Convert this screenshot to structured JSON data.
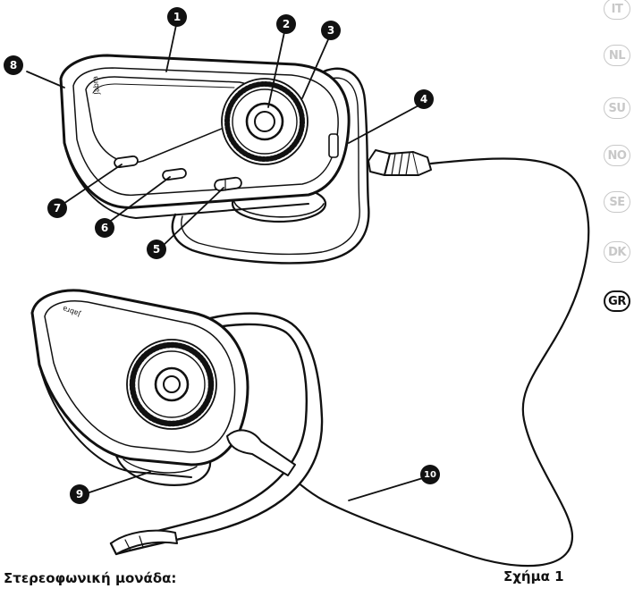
{
  "language_tabs": [
    {
      "code": "IT",
      "active": false
    },
    {
      "code": "NL",
      "active": false
    },
    {
      "code": "SU",
      "active": false
    },
    {
      "code": "NO",
      "active": false
    },
    {
      "code": "SE",
      "active": false
    },
    {
      "code": "DK",
      "active": false
    },
    {
      "code": "GR",
      "active": true
    }
  ],
  "callouts": [
    "1",
    "2",
    "3",
    "4",
    "5",
    "6",
    "7",
    "8",
    "9",
    "10"
  ],
  "brand_label": "Jabra",
  "caption": {
    "section_heading": "Στερεοφωνική μονάδα:",
    "figure_label": "Σχήμα 1"
  },
  "colors": {
    "ink": "#111111",
    "inactive_tab": "#c8c8c8"
  }
}
